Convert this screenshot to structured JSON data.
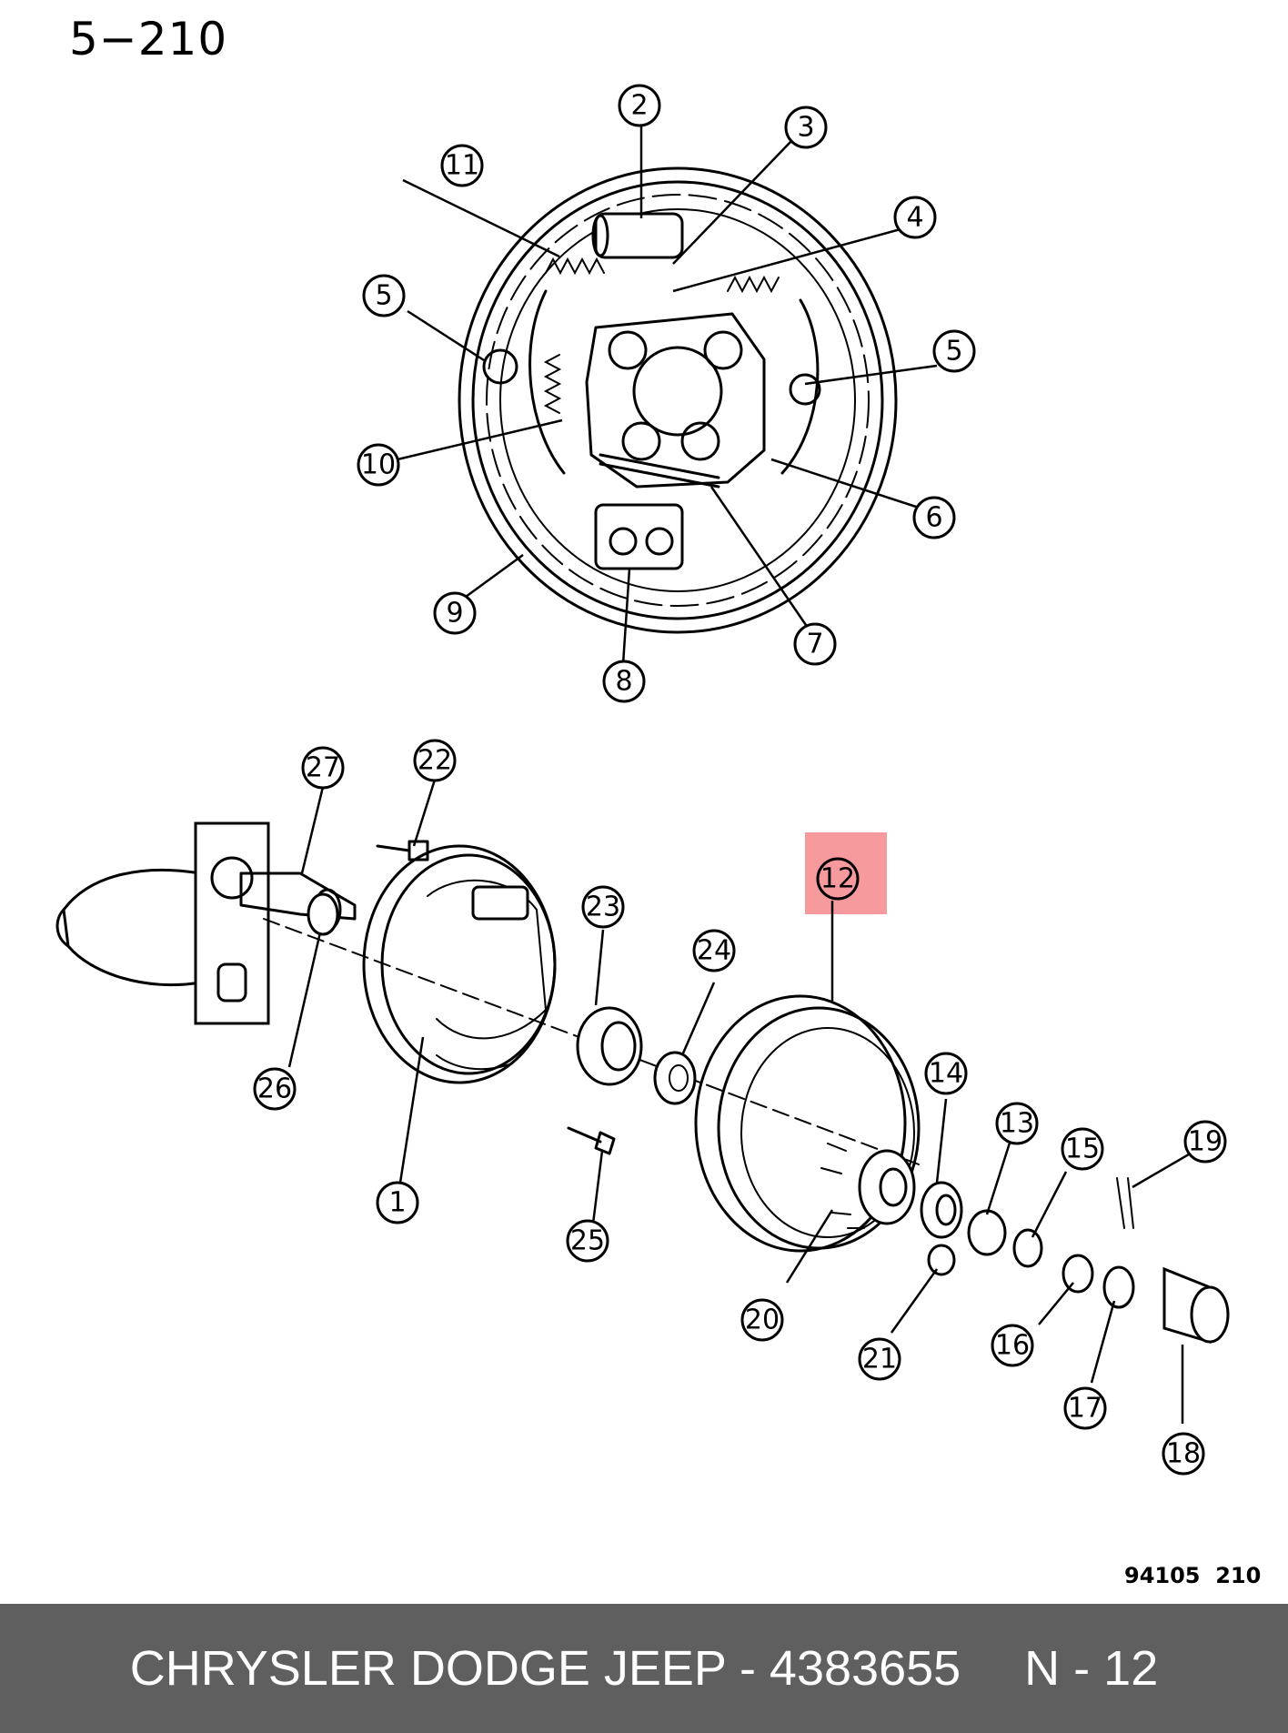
{
  "page": {
    "number_label": "5−210"
  },
  "diagram": {
    "reference_code": "94105  210",
    "highlight_color": "#f4888d",
    "highlighted_callout": "12",
    "callouts": [
      {
        "id": "1",
        "label": "1"
      },
      {
        "id": "2",
        "label": "2"
      },
      {
        "id": "3",
        "label": "3"
      },
      {
        "id": "4",
        "label": "4"
      },
      {
        "id": "5a",
        "label": "5"
      },
      {
        "id": "5b",
        "label": "5"
      },
      {
        "id": "6",
        "label": "6"
      },
      {
        "id": "7",
        "label": "7"
      },
      {
        "id": "8",
        "label": "8"
      },
      {
        "id": "9",
        "label": "9"
      },
      {
        "id": "10",
        "label": "10"
      },
      {
        "id": "11",
        "label": "11"
      },
      {
        "id": "12",
        "label": "12"
      },
      {
        "id": "13",
        "label": "13"
      },
      {
        "id": "14",
        "label": "14"
      },
      {
        "id": "15",
        "label": "15"
      },
      {
        "id": "16",
        "label": "16"
      },
      {
        "id": "17",
        "label": "17"
      },
      {
        "id": "18",
        "label": "18"
      },
      {
        "id": "19",
        "label": "19"
      },
      {
        "id": "20",
        "label": "20"
      },
      {
        "id": "21",
        "label": "21"
      },
      {
        "id": "22",
        "label": "22"
      },
      {
        "id": "23",
        "label": "23"
      },
      {
        "id": "24",
        "label": "24"
      },
      {
        "id": "25",
        "label": "25"
      },
      {
        "id": "26",
        "label": "26"
      },
      {
        "id": "27",
        "label": "27"
      }
    ]
  },
  "footer": {
    "brand_part": "CHRYSLER DODGE JEEP - 4383655",
    "position": "N - 12",
    "background_color": "#5f5f5f"
  }
}
